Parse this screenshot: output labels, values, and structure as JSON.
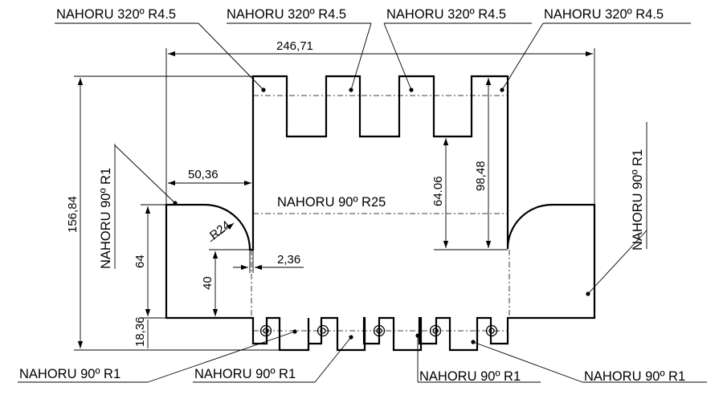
{
  "notes": {
    "top_1": "NAHORU 320º R4.5",
    "top_2": "NAHORU 320º R4.5",
    "top_3": "NAHORU 320º R4.5",
    "top_4": "NAHORU 320º R4.5",
    "left_flange": "NAHORU 90º R1",
    "right_flange": "NAHORU 90º R1",
    "center": "NAHORU 90º R25",
    "bottom_1": "NAHORU 90º R1",
    "bottom_2": "NAHORU 90º R1",
    "bottom_3": "NAHORU 90º R1",
    "bottom_4": "NAHORU 90º R1"
  },
  "dimensions": {
    "overall_width": "246,71",
    "overall_height": "156,84",
    "left_width": "50,36",
    "flange_height": "64",
    "radius": "R24",
    "tab_height": "40",
    "offset": "2,36",
    "slot_depth": "64.06",
    "inner_height": "98,48",
    "bottom_margin": "18,36"
  }
}
